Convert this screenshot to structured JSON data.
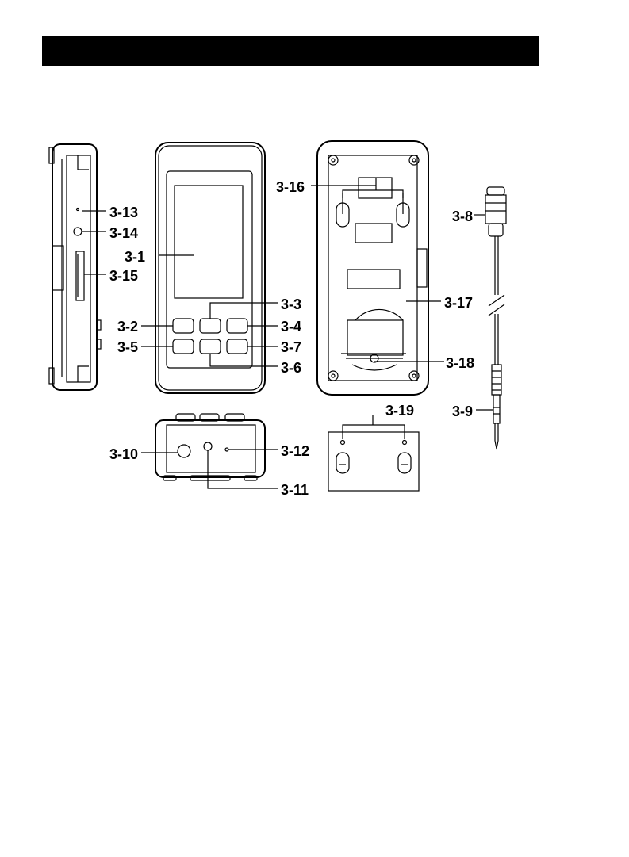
{
  "header": {
    "title": ""
  },
  "callouts": {
    "c3_1": "3-1",
    "c3_2": "3-2",
    "c3_3": "3-3",
    "c3_4": "3-4",
    "c3_5": "3-5",
    "c3_6": "3-6",
    "c3_7": "3-7",
    "c3_8": "3-8",
    "c3_9": "3-9",
    "c3_10": "3-10",
    "c3_11": "3-11",
    "c3_12": "3-12",
    "c3_13": "3-13",
    "c3_14": "3-14",
    "c3_15": "3-15",
    "c3_16": "3-16",
    "c3_17": "3-17",
    "c3_18": "3-18",
    "c3_19": "3-19"
  }
}
